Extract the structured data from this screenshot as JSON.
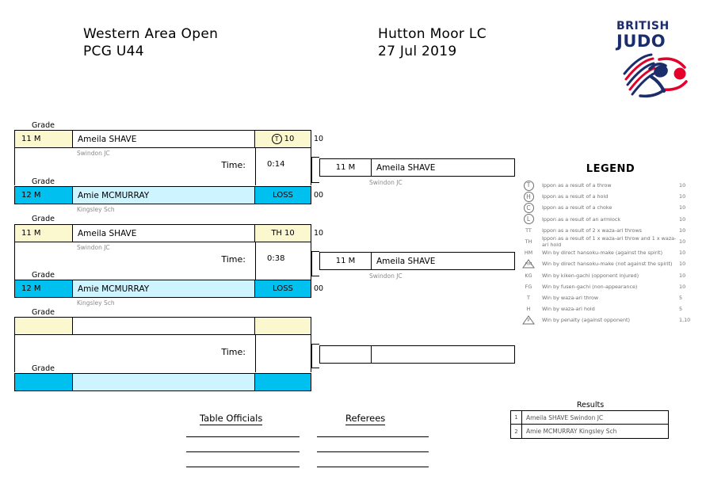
{
  "header": {
    "event_name": "Western Area Open",
    "category": "PCG U44",
    "venue": "Hutton Moor LC",
    "date": "27 Jul 2019"
  },
  "logo": {
    "line1": "BRITISH",
    "line2": "JUDO",
    "navy": "#1c2d6b",
    "red": "#e4002b"
  },
  "labels": {
    "grade": "Grade",
    "time": "Time:",
    "loss": "LOSS",
    "table_officials": "Table Officials",
    "referees": "Referees",
    "results": "Results",
    "legend": "LEGEND"
  },
  "matches": [
    {
      "top": {
        "grade": "11 M",
        "name": "Ameila SHAVE",
        "club": "Swindon JC",
        "symbol": "T",
        "symbol_style": "circle",
        "score": "10",
        "ext_score": "10"
      },
      "bottom": {
        "grade": "12 M",
        "name": "Amie MCMURRAY",
        "club": "Kingsley Sch",
        "symbol": "",
        "symbol_style": "none",
        "score": "LOSS",
        "ext_score": "00"
      },
      "time": "0:14",
      "winner": {
        "grade": "11 M",
        "name": "Ameila SHAVE",
        "club": "Swindon JC"
      }
    },
    {
      "top": {
        "grade": "11 M",
        "name": "Ameila SHAVE",
        "club": "Swindon JC",
        "symbol": "TH",
        "symbol_style": "plain",
        "score": "10",
        "ext_score": "10"
      },
      "bottom": {
        "grade": "12 M",
        "name": "Amie MCMURRAY",
        "club": "Kingsley Sch",
        "symbol": "",
        "symbol_style": "none",
        "score": "LOSS",
        "ext_score": "00"
      },
      "time": "0:38",
      "winner": {
        "grade": "11 M",
        "name": "Ameila SHAVE",
        "club": "Swindon JC"
      }
    },
    {
      "top": {
        "grade": "",
        "name": "",
        "club": "",
        "symbol": "",
        "symbol_style": "none",
        "score": "",
        "ext_score": ""
      },
      "bottom": {
        "grade": "",
        "name": "",
        "club": "",
        "symbol": "",
        "symbol_style": "none",
        "score": "",
        "ext_score": ""
      },
      "time": "",
      "winner": {
        "grade": "",
        "name": "",
        "club": ""
      }
    }
  ],
  "legend_rows": [
    {
      "symbol": "T",
      "style": "circle",
      "text": "Ippon as a result of a throw",
      "value": "10"
    },
    {
      "symbol": "H",
      "style": "circle",
      "text": "Ippon as a result of a hold",
      "value": "10"
    },
    {
      "symbol": "C",
      "style": "circle",
      "text": "Ippon as a result of a choke",
      "value": "10"
    },
    {
      "symbol": "L",
      "style": "circle",
      "text": "Ippon as a result of an armlock",
      "value": "10"
    },
    {
      "symbol": "TT",
      "style": "plain",
      "text": "Ippon as a result of 2 x waza-ari throws",
      "value": "10"
    },
    {
      "symbol": "TH",
      "style": "plain",
      "text": "Ippon as a result of 1 x waza-ari throw and 1 x waza-ari hold",
      "value": "10"
    },
    {
      "symbol": "HM",
      "style": "plain",
      "text": "Win by direct hansoku-make (against the spirit)",
      "value": "10"
    },
    {
      "symbol": "HM",
      "style": "triangle",
      "text": "Win by direct hansoku-make (not against the spirit)",
      "value": "10"
    },
    {
      "symbol": "KG",
      "style": "plain",
      "text": "Win by kiken-gachi (opponent injured)",
      "value": "10"
    },
    {
      "symbol": "FG",
      "style": "plain",
      "text": "Win by fusen-gachi (non-appearance)",
      "value": "10"
    },
    {
      "symbol": "T",
      "style": "plain",
      "text": "Win by waza-ari throw",
      "value": "5"
    },
    {
      "symbol": "H",
      "style": "plain",
      "text": "Win by waza-ari hold",
      "value": "5"
    },
    {
      "symbol": "P",
      "style": "triangle",
      "text": "Win by penalty (against opponent)",
      "value": "1,10"
    }
  ],
  "results": [
    {
      "rank": "1",
      "text": "Ameila SHAVE  Swindon JC"
    },
    {
      "rank": "2",
      "text": "Amie MCMURRAY  Kingsley Sch"
    }
  ]
}
